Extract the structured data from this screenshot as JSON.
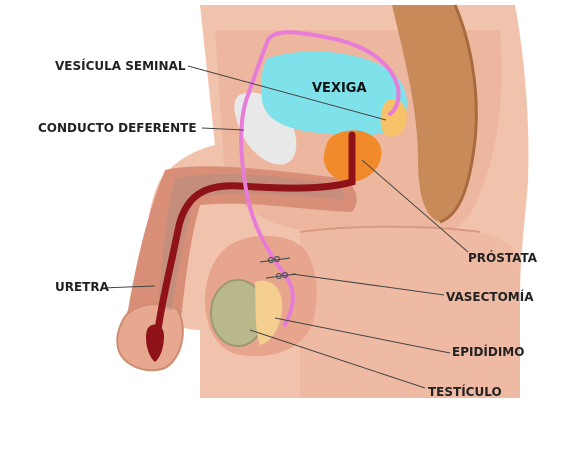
{
  "labels": {
    "vesicula_seminal": "VESÍCULA SEMINAL",
    "vexiga": "VEXIGA",
    "conducto_deferente": "CONDUCTO DEFERENTE",
    "prostata": "PRÓSTATA",
    "uretra": "URETRA",
    "vasectomia": "VASECTOMÍA",
    "epididimo": "EPIDÍDIMO",
    "testiculo": "TESTÍCULO"
  },
  "colors": {
    "skin_light": "#f2c3ac",
    "skin_mid": "#e8a88f",
    "skin_dark": "#d98f77",
    "bladder": "#7fe1ea",
    "prostate": "#f08a2a",
    "seminal_vesicle": "#f6c36a",
    "duct": "#e77bd8",
    "urethra": "#8e1217",
    "testicle": "#b9b88a",
    "epididymis": "#f4cf8f",
    "spine": "#c98a5a"
  }
}
